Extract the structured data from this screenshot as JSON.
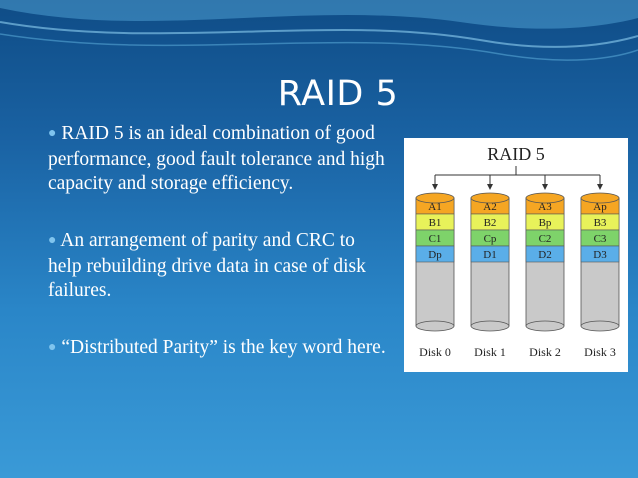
{
  "slide": {
    "title": "RAID 5",
    "bullets": [
      "RAID 5 is an ideal combination of good performance, good fault tolerance and high capacity and storage efficiency.",
      "An arrangement of parity and CRC to help rebuilding drive data in case of disk failures.",
      "“Distributed Parity” is the key word here."
    ],
    "bullet_icon": "bullet-dot"
  },
  "diagram": {
    "title": "RAID 5",
    "disks": [
      {
        "label": "Disk 0",
        "blocks": [
          "A1",
          "B1",
          "C1",
          "Dp"
        ]
      },
      {
        "label": "Disk 1",
        "blocks": [
          "A2",
          "B2",
          "Cp",
          "D1"
        ]
      },
      {
        "label": "Disk 2",
        "blocks": [
          "A3",
          "Bp",
          "C2",
          "D2"
        ]
      },
      {
        "label": "Disk 3",
        "blocks": [
          "Ap",
          "B3",
          "C3",
          "D3"
        ]
      }
    ],
    "row_colors": [
      "#f5a623",
      "#e8f25a",
      "#7ed36a",
      "#5aaee8"
    ],
    "disk_body_color": "#c9c9c9"
  }
}
